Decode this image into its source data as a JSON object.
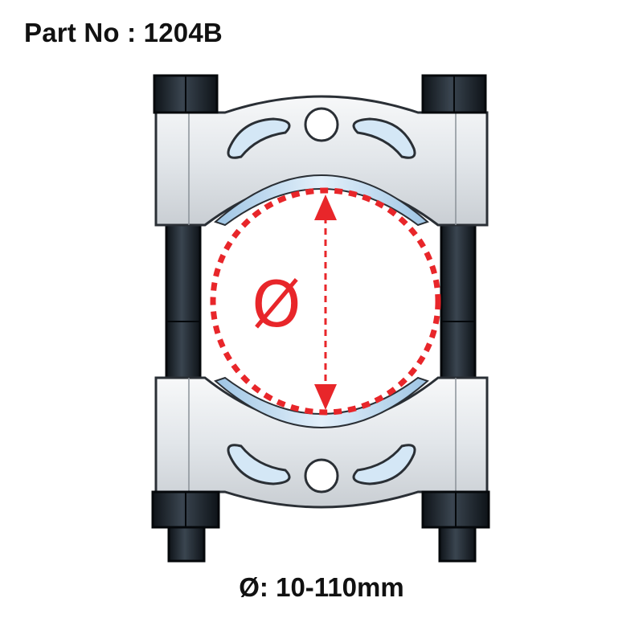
{
  "header": {
    "part_label": "Part No : 1204B"
  },
  "figure": {
    "diameter_symbol": "Ø",
    "accent_color": "#e8262a",
    "steel_color": "#e6e9ec",
    "bolt_color": "#1b2128",
    "bearing_color": "#b9d7ee"
  },
  "footer": {
    "range_label": "Ø: 10-110mm"
  }
}
